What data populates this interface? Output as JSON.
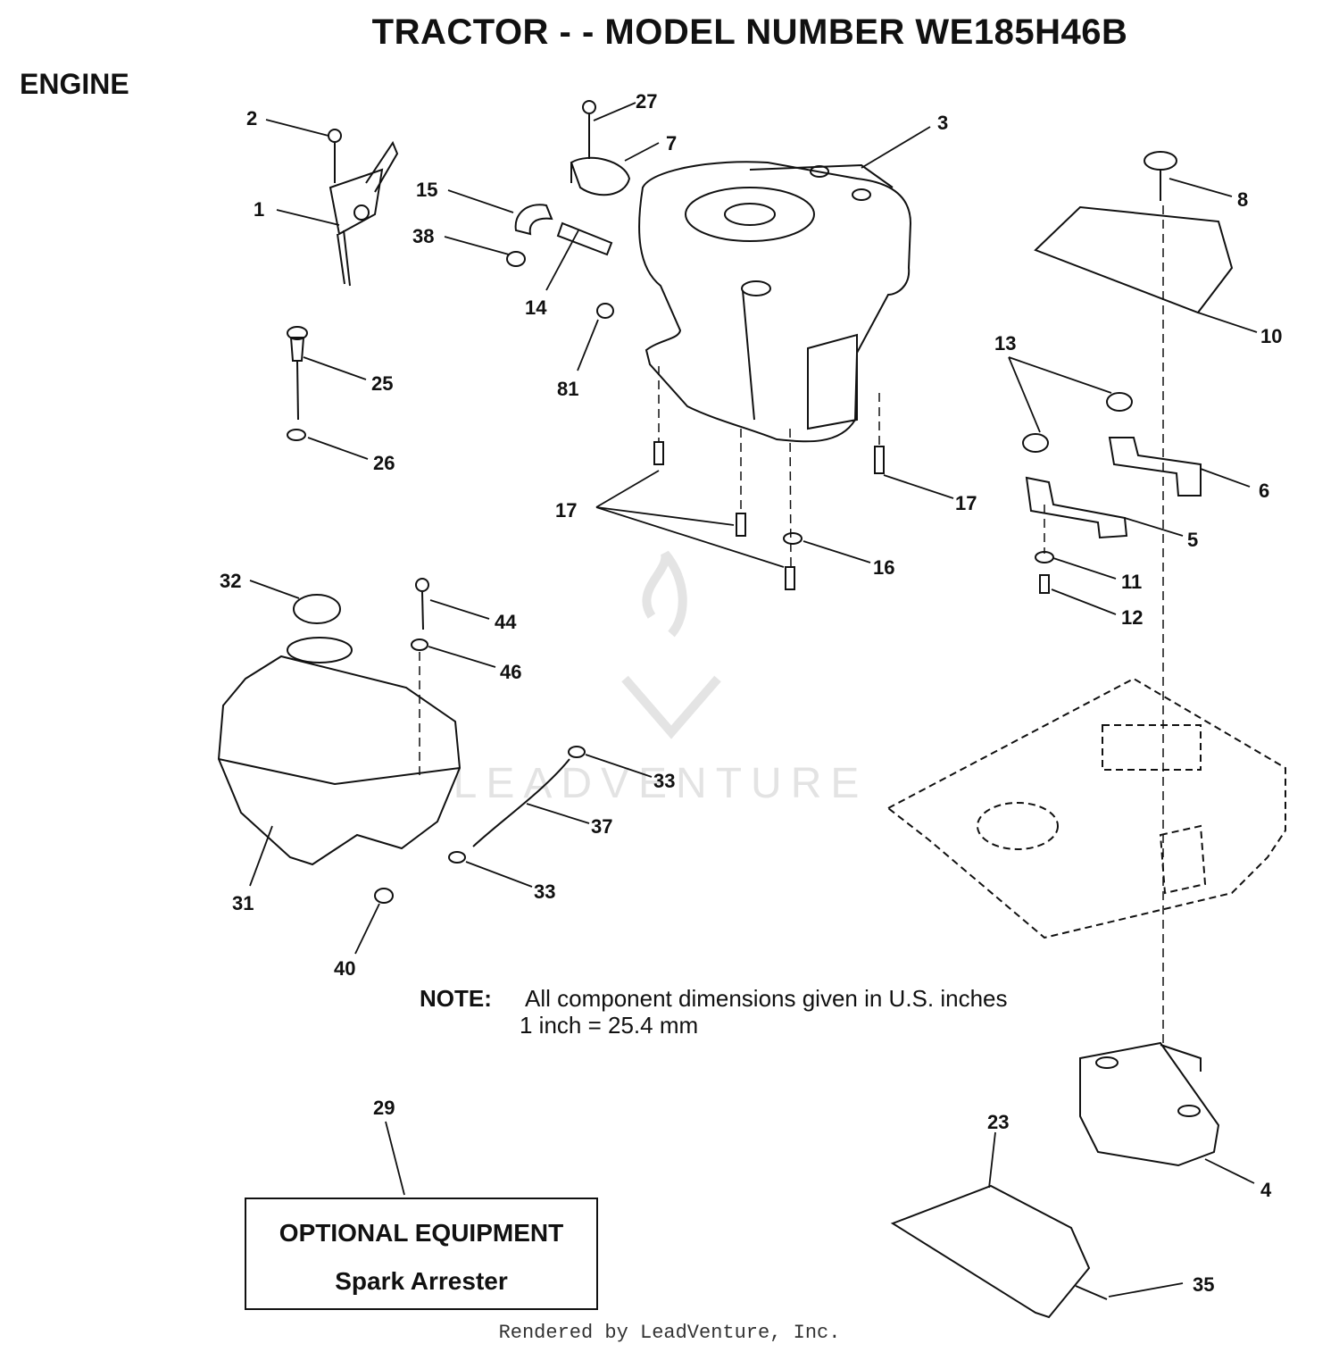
{
  "title": "TRACTOR - - MODEL NUMBER WE185H46B",
  "section": "ENGINE",
  "note": {
    "label": "NOTE:",
    "line1": "All component dimensions given in U.S. inches",
    "line2": "1 inch = 25.4 mm"
  },
  "optional": {
    "title": "OPTIONAL EQUIPMENT",
    "item": "Spark Arrester"
  },
  "watermark": "LEADVENTURE",
  "footer": "Rendered by LeadVenture, Inc.",
  "callouts": [
    "1",
    "2",
    "3",
    "4",
    "5",
    "6",
    "7",
    "8",
    "10",
    "11",
    "12",
    "13",
    "14",
    "15",
    "16",
    "17",
    "23",
    "25",
    "26",
    "27",
    "29",
    "31",
    "32",
    "33",
    "35",
    "37",
    "38",
    "40",
    "44",
    "46",
    "81"
  ]
}
